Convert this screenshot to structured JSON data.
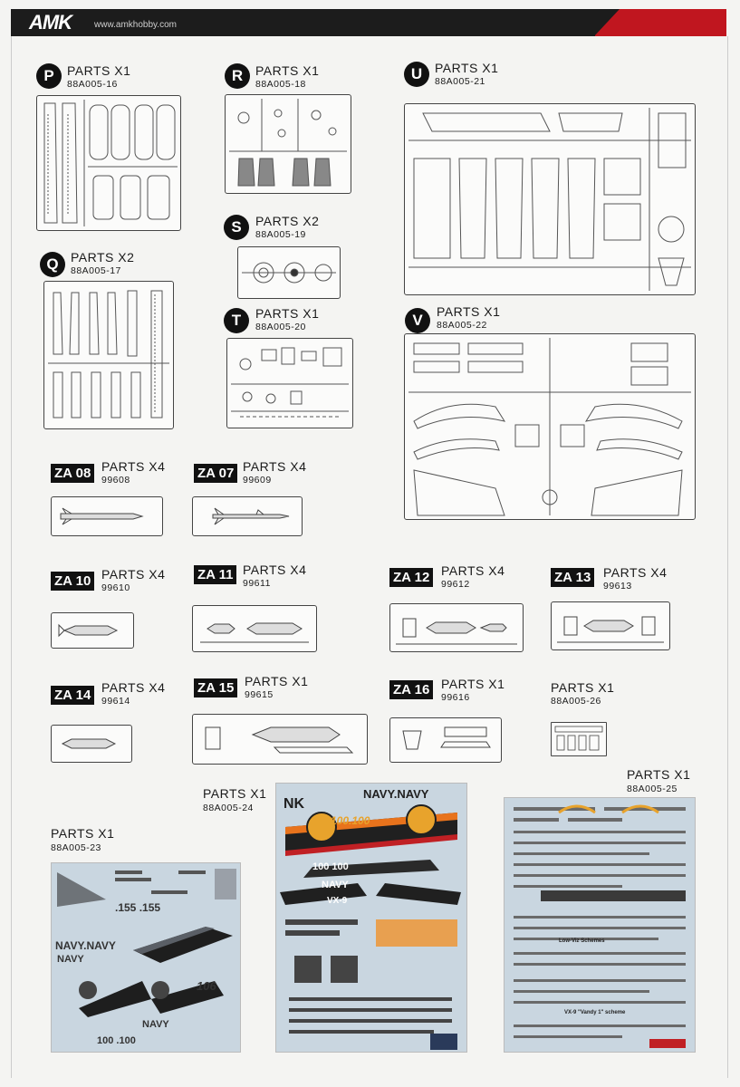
{
  "header": {
    "logo": "AMK",
    "website": "www.amkhobby.com"
  },
  "sprues": [
    {
      "id": "P",
      "qty": "PARTS X1",
      "code": "88A005-16"
    },
    {
      "id": "Q",
      "qty": "PARTS X2",
      "code": "88A005-17"
    },
    {
      "id": "R",
      "qty": "PARTS X1",
      "code": "88A005-18"
    },
    {
      "id": "S",
      "qty": "PARTS X2",
      "code": "88A005-19"
    },
    {
      "id": "T",
      "qty": "PARTS X1",
      "code": "88A005-20"
    },
    {
      "id": "U",
      "qty": "PARTS X1",
      "code": "88A005-21"
    },
    {
      "id": "V",
      "qty": "PARTS X1",
      "code": "88A005-22"
    }
  ],
  "za_parts": [
    {
      "id": "ZA 08",
      "qty": "PARTS X4",
      "code": "99608"
    },
    {
      "id": "ZA 07",
      "qty": "PARTS X4",
      "code": "99609"
    },
    {
      "id": "ZA 10",
      "qty": "PARTS X4",
      "code": "99610"
    },
    {
      "id": "ZA 11",
      "qty": "PARTS X4",
      "code": "99611"
    },
    {
      "id": "ZA 12",
      "qty": "PARTS X4",
      "code": "99612"
    },
    {
      "id": "ZA 13",
      "qty": "PARTS X4",
      "code": "99613"
    },
    {
      "id": "ZA 14",
      "qty": "PARTS X4",
      "code": "99614"
    },
    {
      "id": "ZA 15",
      "qty": "PARTS X1",
      "code": "99615"
    },
    {
      "id": "ZA 16",
      "qty": "PARTS X1",
      "code": "99616"
    }
  ],
  "etch": {
    "qty": "PARTS X1",
    "code": "88A005-26"
  },
  "decals": [
    {
      "qty": "PARTS X1",
      "code": "88A005-23",
      "texts": [
        "NAVY.NAVY",
        ".155 .155",
        "NAVY",
        "106",
        "NAVY",
        "100 .100"
      ]
    },
    {
      "qty": "PARTS X1",
      "code": "88A005-24",
      "texts": [
        "NAVY.NAVY",
        "100.100",
        "100 100",
        "NAVY",
        "VX-9",
        "NK"
      ]
    },
    {
      "qty": "PARTS X1",
      "code": "88A005-25",
      "texts": [
        "VX-9 \"Vandy 1\" scheme",
        "Low-Viz Schemes"
      ]
    }
  ],
  "colors": {
    "header_dark": "#1c1c1c",
    "header_red": "#c0161f",
    "decal_bg": "#c9d6e0",
    "decal_black": "#202020",
    "decal_orange": "#e8731c",
    "decal_red": "#c02024"
  }
}
